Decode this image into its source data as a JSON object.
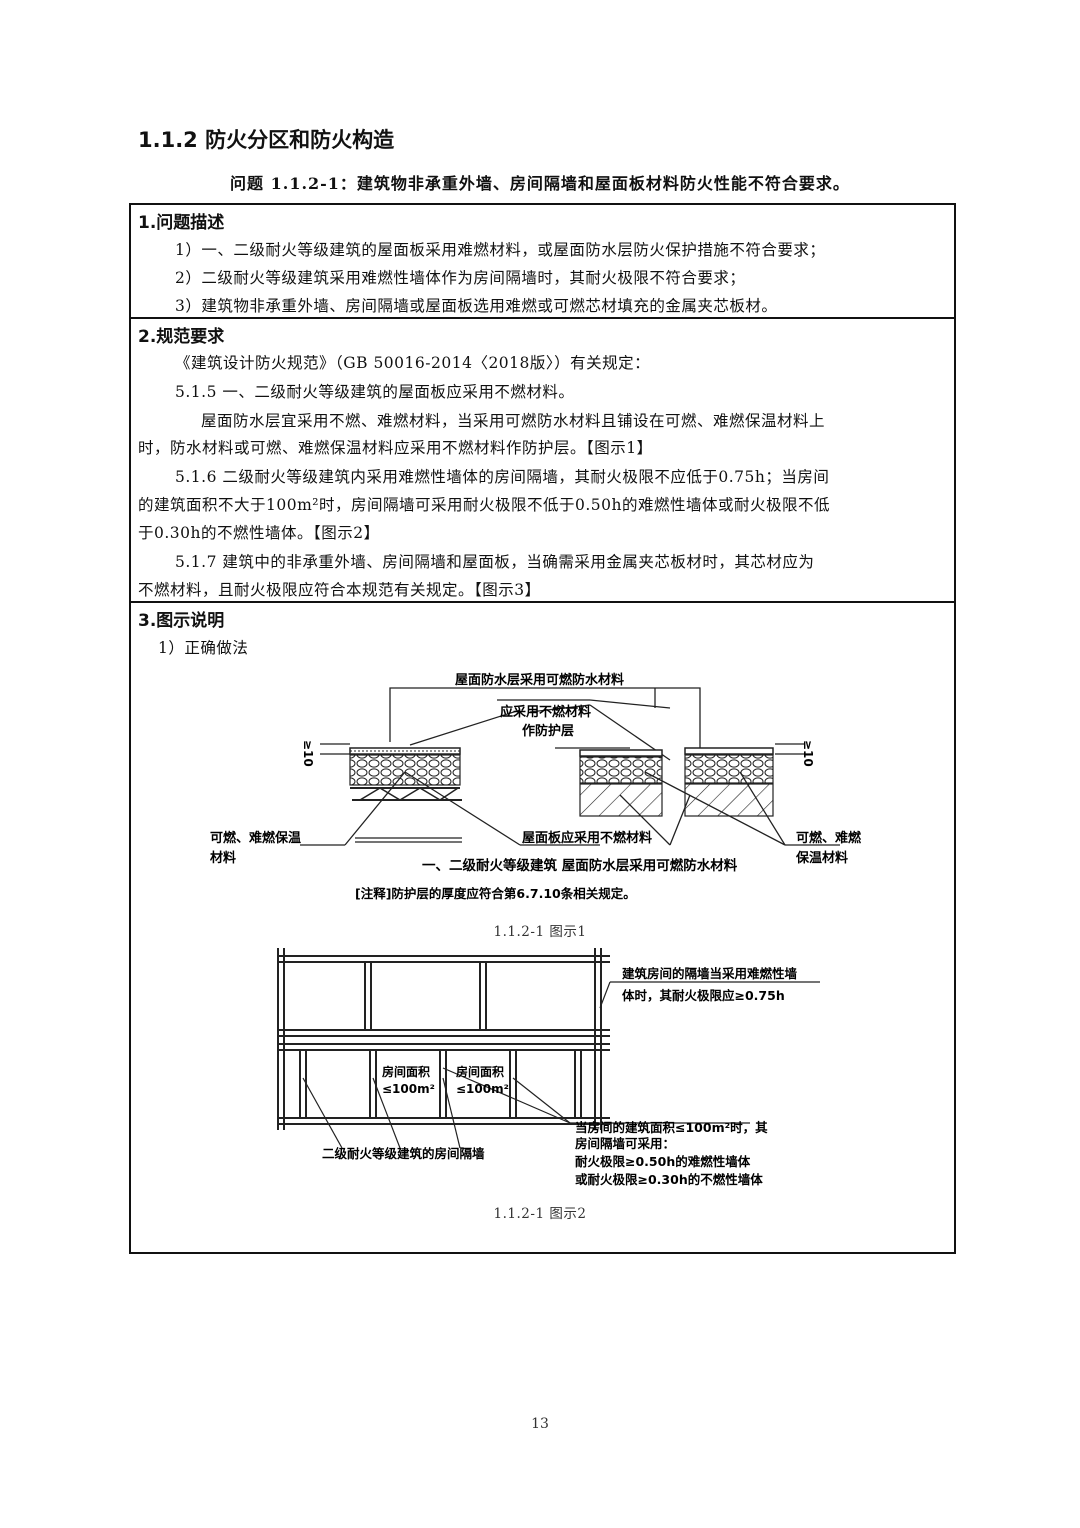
{
  "section_title": "1.1.2 防火分区和防火构造",
  "problem_title": "问题 1.1.2-1：建筑物非承重外墙、房间隔墙和屋面板材料防火性能不符合要求。",
  "problem_desc": {
    "header": "1.问题描述",
    "items": [
      "1）一、二级耐火等级建筑的屋面板采用难燃材料，或屋面防水层防火保护措施不符合要求；",
      "2）二级耐火等级建筑采用难燃性墙体作为房间隔墙时，其耐火极限不符合要求；",
      "3）建筑物非承重外墙、房间隔墙或屋面板选用难燃或可燃芯材填充的金属夹芯板材。"
    ]
  },
  "code_req": {
    "header": "2.规范要求",
    "lines": [
      "《建筑设计防火规范》（GB 50016-2014〈2018版〉）有关规定：",
      "5.1.5 一、二级耐火等级建筑的屋面板应采用不燃材料。",
      "屋面防水层宜采用不燃、难燃材料，当采用可燃防水材料且铺设在可燃、难燃保温材料上",
      "时，防水材料或可燃、难燃保温材料应采用不燃材料作防护层。【图示1】",
      "5.1.6 二级耐火等级建筑内采用难燃性墙体的房间隔墙，其耐火极限不应低于0.75h；当房间",
      "的建筑面积不大于100m²时，房间隔墙可采用耐火极限不低于0.50h的难燃性墙体或耐火极限不低",
      "于0.30h的不燃性墙体。【图示2】",
      "5.1.7 建筑中的非承重外墙、房间隔墙和屋面板，当确需采用金属夹芯板材时，其芯材应为",
      "不燃材料，且耐火极限应符合本规范有关规定。【图示3】"
    ]
  },
  "illustration": {
    "header": "3.图示说明",
    "subheader": "1）正确做法",
    "fig1": {
      "label_top": "屋面防水层采用可燃防水材料",
      "label_mid1": "应采用不燃材料",
      "label_mid2": "作防护层",
      "label_left1": "可燃、难燃保温",
      "label_left2": "材料",
      "label_board": "屋面板应采用不燃材料",
      "label_right1": "可燃、难燃",
      "label_right2": "保温材料",
      "dim_left": "≥10",
      "dim_right": "≥10",
      "title": "一、二级耐火等级建筑 屋面防水层采用可燃防水材料",
      "note": "[注释]防护层的厚度应符合第6.7.10条相关规定。",
      "caption": "1.1.2-1  图示1"
    },
    "fig2": {
      "label_top1": "建筑房间的隔墙当采用难燃性墙",
      "label_top2": "体时，其耐火极限应≥0.75h",
      "room1_line1": "房间面积",
      "room1_line2": "≤100m²",
      "room2_line1": "房间面积",
      "room2_line2": "≤100m²",
      "label_left": "二级耐火等级建筑的房间隔墙",
      "label_right1": "当房间的建筑面积≤100m²时，其",
      "label_right2": "房间隔墙可采用：",
      "label_right3": "耐火极限≥0.50h的难燃性墙体",
      "label_right4": "或耐火极限≥0.30h的不燃性墙体",
      "caption": "1.1.2-1  图示2"
    }
  },
  "page_number": "13"
}
